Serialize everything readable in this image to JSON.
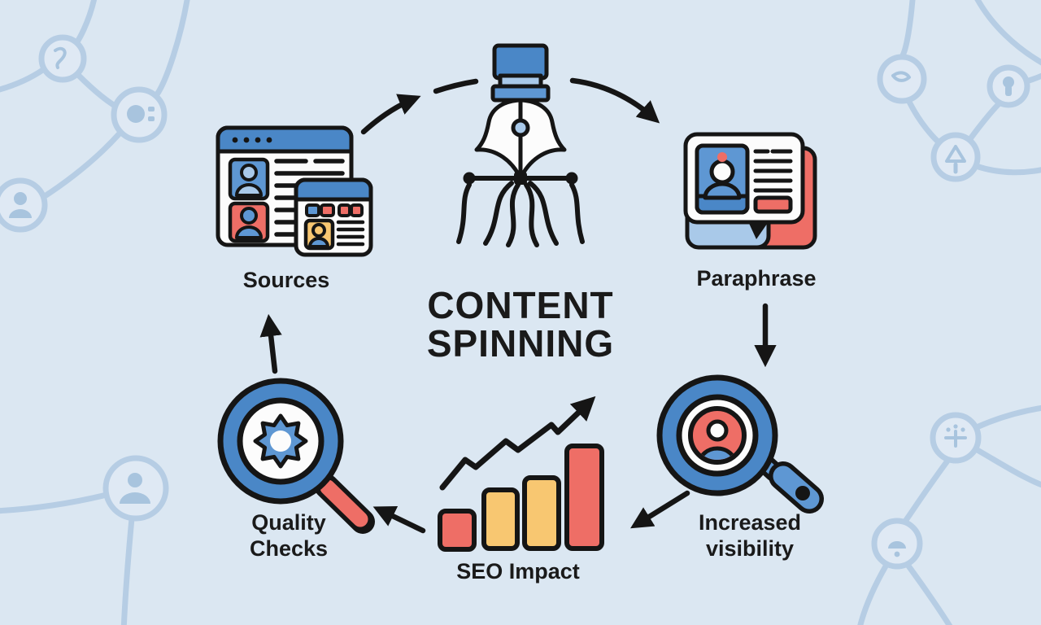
{
  "title": {
    "line1": "CONTENT",
    "line2": "SPINNING"
  },
  "steps": {
    "sources": {
      "label": "Sources",
      "icon": "browser-windows-with-profile-cards-icon"
    },
    "spinner": {
      "icon": "pen-nib-spinning-threads-icon"
    },
    "paraphrase": {
      "label": "Paraphrase",
      "icon": "overlapping-article-cards-icon"
    },
    "increased_visibility": {
      "label_line1": "Increased",
      "label_line2": "visibility",
      "icon": "magnifier-over-person-icon"
    },
    "seo_impact": {
      "label": "SEO Impact",
      "icon": "rising-bar-chart-trend-arrow-icon"
    },
    "quality_checks": {
      "label_line1": "Quality",
      "label_line2": "Checks",
      "icon": "magnifier-over-star-badge-icon"
    }
  },
  "flow": [
    "sources",
    "spinner",
    "paraphrase",
    "increased_visibility",
    "seo_impact",
    "quality_checks"
  ],
  "background_motif": "faint-network-of-circular-nodes",
  "colors": {
    "background": "#dbe7f2",
    "network": "#b6cde4",
    "node_fill": "#dfe9f4",
    "glyph": "#a8c4de",
    "outline": "#151515",
    "blue": "#4a87c7",
    "blue_mid": "#5e97d3",
    "blue_pale": "#a9c9e9",
    "red": "#ee6e66",
    "yellow": "#f8c771",
    "white": "#fcfcfc",
    "text": "#1a1a1a"
  }
}
